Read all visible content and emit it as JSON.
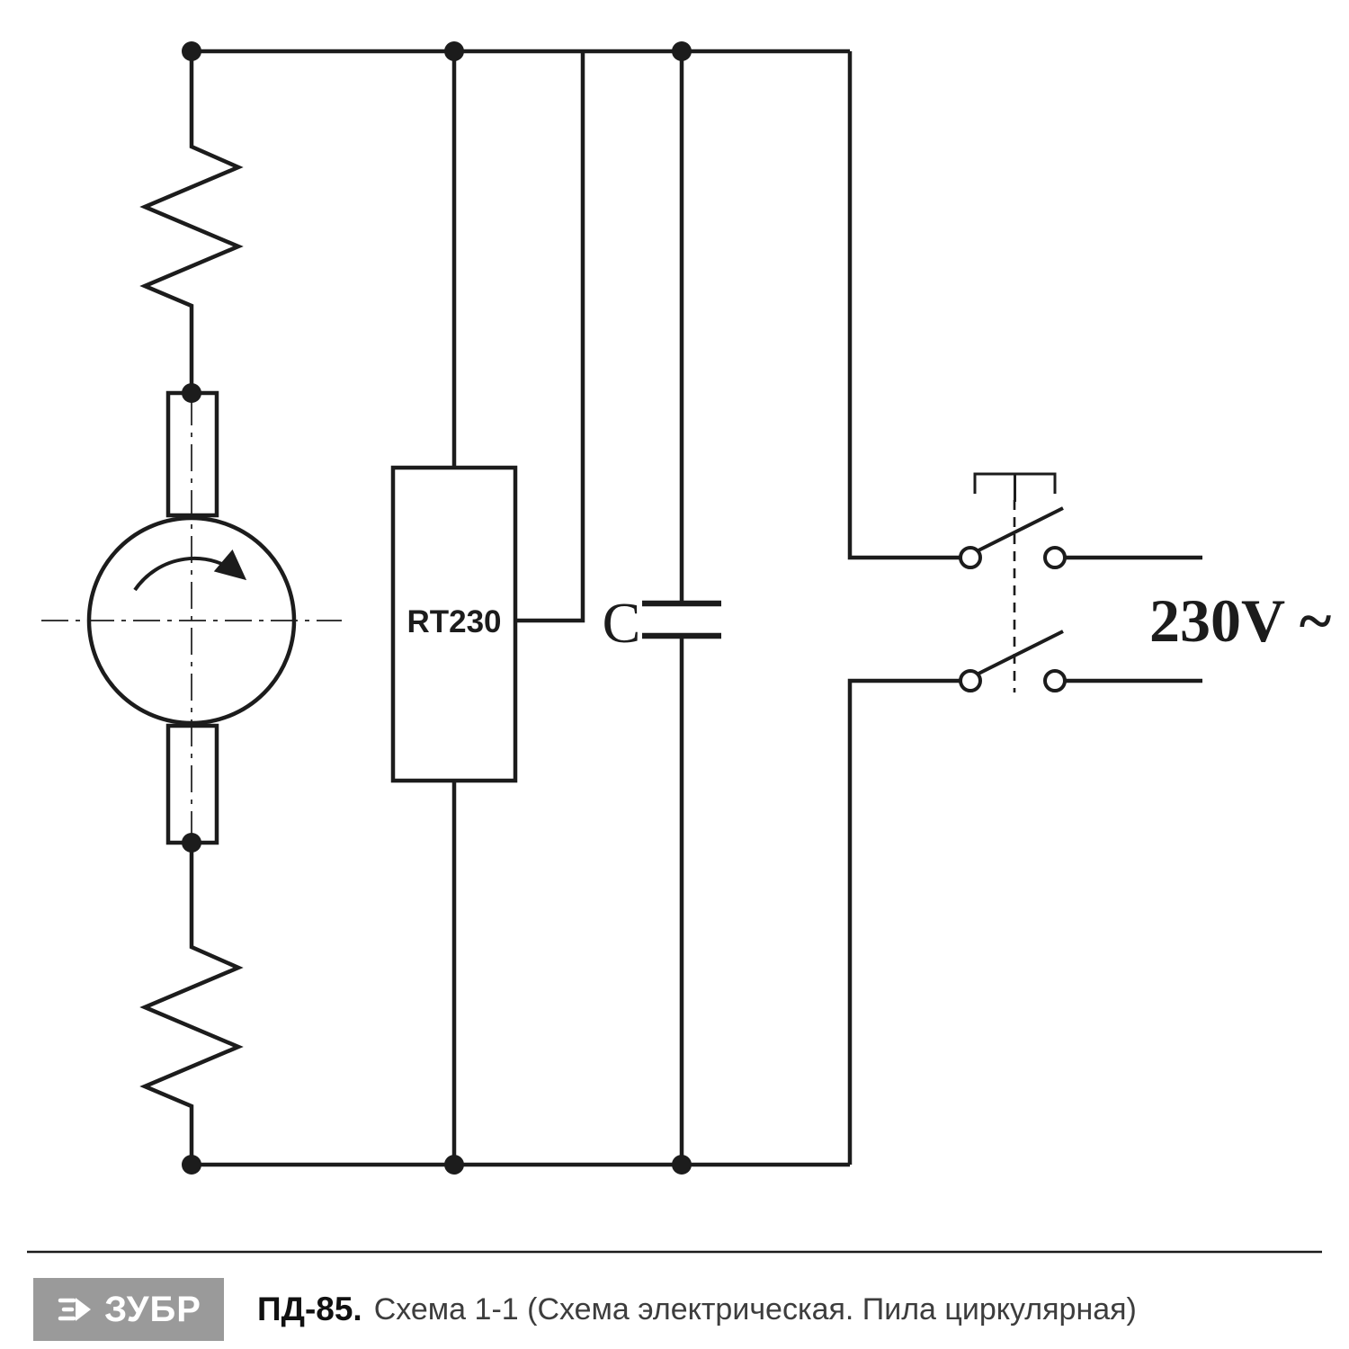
{
  "schematic": {
    "labels": {
      "thermal_protector": "RT230",
      "capacitor": "C",
      "supply_voltage": "230V ~"
    }
  },
  "footer": {
    "brand": "ЗУБР",
    "model": "ПД-85.",
    "caption": "Схема 1-1 (Схема электрическая. Пила циркулярная)"
  },
  "colors": {
    "line": "#1c1c1c",
    "logo_background": "#9a9a9a",
    "logo_text": "#ffffff",
    "model_text": "#111111",
    "caption_text": "#3d3d3d"
  }
}
